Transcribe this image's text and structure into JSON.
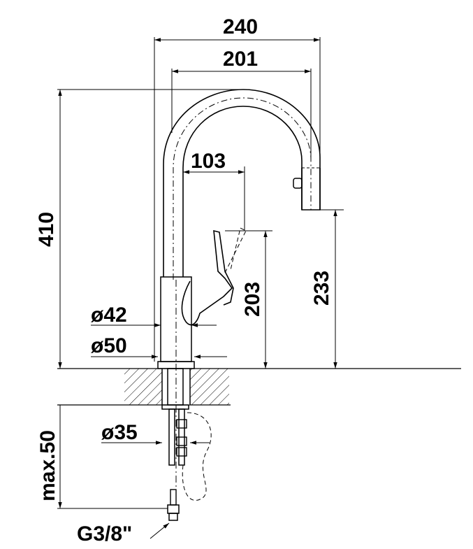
{
  "dimensions": {
    "width_overall": "240",
    "width_spout": "201",
    "spout_offset": "103",
    "height_overall": "410",
    "height_lever": "203",
    "height_spout_outlet": "233",
    "dia_body": "ø42",
    "dia_base": "ø50",
    "dia_hole": "ø35",
    "max_thickness": "max.50",
    "connection": "G3/8\""
  },
  "colors": {
    "line": "#000000",
    "background": "#ffffff"
  }
}
